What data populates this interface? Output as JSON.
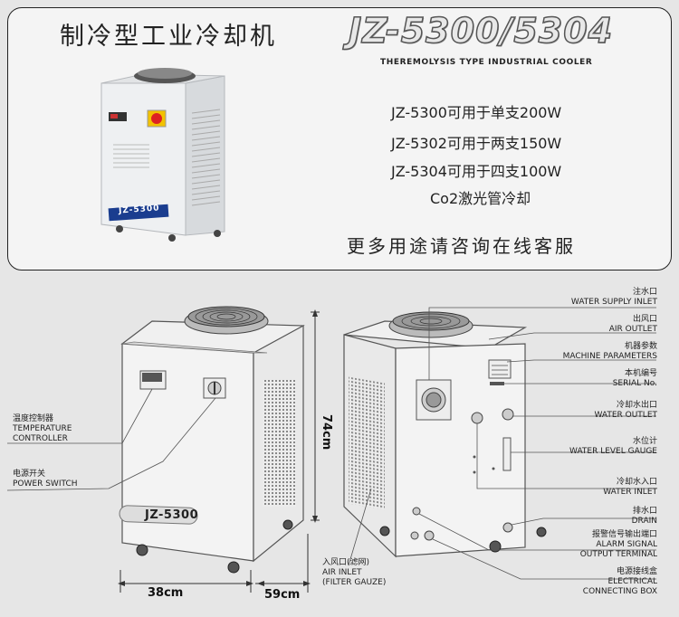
{
  "header": {
    "cn_title": "制冷型工业冷却机",
    "model": "JZ-5300/5304",
    "subtitle": "THEREMOLYSIS TYPE INDUSTRIAL COOLER"
  },
  "specs": [
    "JZ-5300可用于单支200W",
    "JZ-5302可用于两支150W",
    "JZ-5304可用于四支100W",
    "Co2激光管冷却"
  ],
  "contact": "更多用途请咨询在线客服",
  "product_badge": "JZ-5300",
  "front_labels": {
    "temp_cn": "温度控制器",
    "temp_en1": "TEMPERATURE",
    "temp_en2": "CONTROLLER",
    "power_cn": "电源开关",
    "power_en": "POWER SWITCH",
    "front_badge": "JZ-5300"
  },
  "back_labels": {
    "water_supply_cn": "注水口",
    "water_supply_en": "WATER SUPPLY INLET",
    "air_outlet_cn": "出风口",
    "air_outlet_en": "AIR OUTLET",
    "machine_params_cn": "机器参数",
    "machine_params_en": "MACHINE PARAMETERS",
    "serial_cn": "本机编号",
    "serial_en": "SERIAL No.",
    "water_outlet_cn": "冷却水出口",
    "water_outlet_en": "WATER OUTLET",
    "water_level_cn": "水位计",
    "water_level_en": "WATER LEVEL GAUGE",
    "water_inlet_cn": "冷却水入口",
    "water_inlet_en": "WATER INLET",
    "drain_cn": "排水口",
    "drain_en": "DRAIN",
    "alarm_cn": "报警信号输出端口",
    "alarm_en1": "ALARM SIGNAL",
    "alarm_en2": "OUTPUT TERMINAL",
    "electrical_cn": "电源接线盒",
    "electrical_en1": "ELECTRICAL",
    "electrical_en2": "CONNECTING BOX",
    "air_inlet_cn": "入风口(滤网)",
    "air_inlet_en1": "AIR INLET",
    "air_inlet_en2": "(FILTER GAUZE)"
  },
  "dimensions": {
    "height": "74cm",
    "width": "38cm",
    "depth": "59cm"
  }
}
